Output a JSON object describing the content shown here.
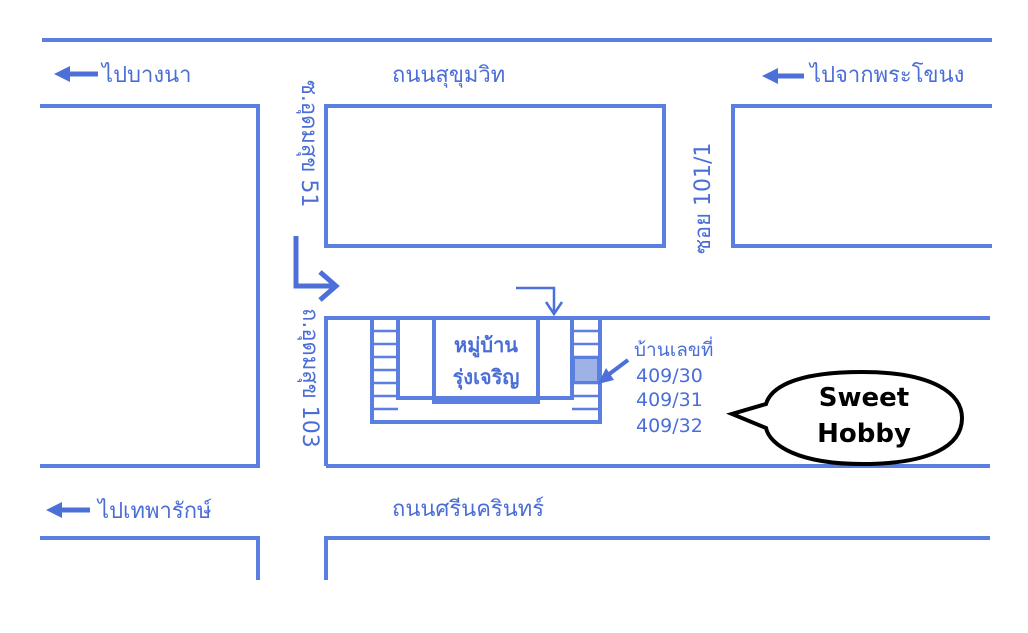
{
  "map": {
    "roads": {
      "sukhumvit": "ถนนสุขุมวิท",
      "srinakarin": "ถนนศรีนครินทร์",
      "soi_udomsuk_51": "ซ.อุดมสุข 51",
      "road_udomsuk_103": "ถ.อุดมสุข 103",
      "soi_101_1": "ซอย 101/1"
    },
    "directions": {
      "to_bangna": "ไปบางนา",
      "from_phra_khanong": "ไปจากพระโขนง",
      "to_theparak": "ไปเทพารักษ์"
    },
    "village": {
      "line1": "หมู่บ้าน",
      "line2": "รุ่งเจริญ"
    },
    "house": {
      "label": "บ้านเลขที่",
      "numbers": [
        "409/30",
        "409/31",
        "409/32"
      ]
    },
    "callout": {
      "line1": "Sweet",
      "line2": "Hobby"
    },
    "colors": {
      "road_line": "#5b7fe0",
      "text": "#4b6ed6",
      "callout": "#000000"
    }
  }
}
